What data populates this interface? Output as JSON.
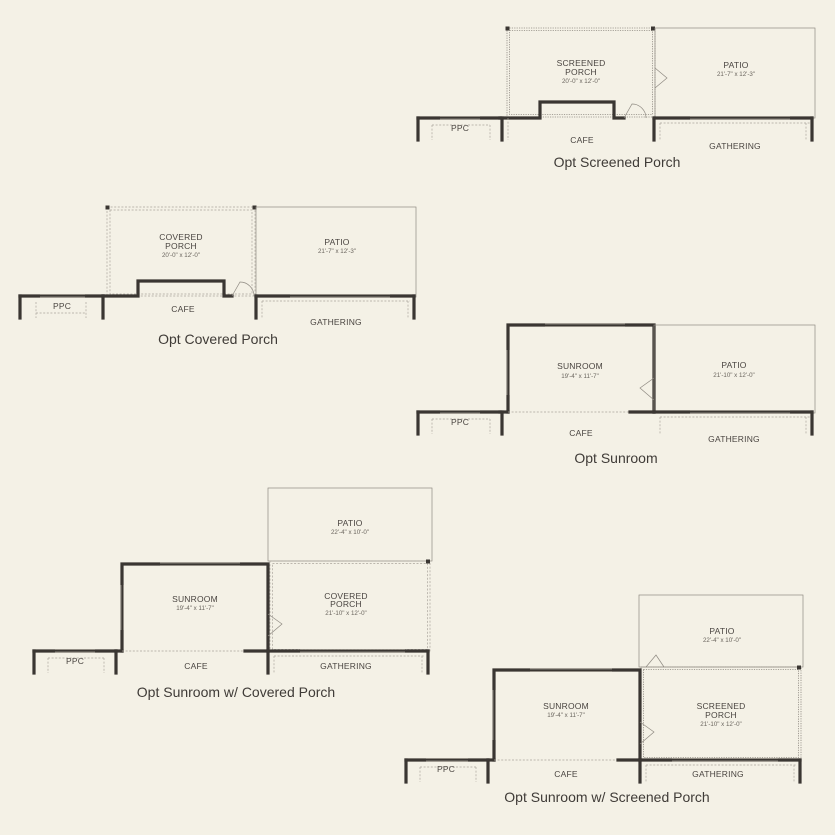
{
  "labels": {
    "ppc": "PPC",
    "cafe": "CAFE",
    "gathering": "GATHERING",
    "patio": "PATIO",
    "screened": "SCREENED",
    "covered": "COVERED",
    "porch": "PORCH",
    "sunroom": "SUNROOM"
  },
  "options": [
    {
      "caption": "Opt Screened Porch",
      "rooms": [
        {
          "name": "SCREENED PORCH",
          "dims": "20'-0\" x 12'-0\""
        },
        {
          "name": "PATIO",
          "dims": "21'-7\" x 12'-3\""
        }
      ]
    },
    {
      "caption": "Opt Covered Porch",
      "rooms": [
        {
          "name": "COVERED PORCH",
          "dims": "20'-0\" x 12'-0\""
        },
        {
          "name": "PATIO",
          "dims": "21'-7\" x 12'-3\""
        }
      ]
    },
    {
      "caption": "Opt Sunroom",
      "rooms": [
        {
          "name": "SUNROOM",
          "dims": "19'-4\" x 11'-7\""
        },
        {
          "name": "PATIO",
          "dims": "21'-10\" x 12'-0\""
        }
      ]
    },
    {
      "caption": "Opt Sunroom w/ Covered Porch",
      "rooms": [
        {
          "name": "PATIO",
          "dims": "22'-4\" x 10'-0\""
        },
        {
          "name": "SUNROOM",
          "dims": "19'-4\" x 11'-7\""
        },
        {
          "name": "COVERED PORCH",
          "dims": "21'-10\" x 12'-0\""
        }
      ]
    },
    {
      "caption": "Opt Sunroom w/ Screened Porch",
      "rooms": [
        {
          "name": "PATIO",
          "dims": "22'-4\" x 10'-0\""
        },
        {
          "name": "SUNROOM",
          "dims": "19'-4\" x 11'-7\""
        },
        {
          "name": "SCREENED PORCH",
          "dims": "21'-10\" x 12'-0\""
        }
      ]
    }
  ]
}
